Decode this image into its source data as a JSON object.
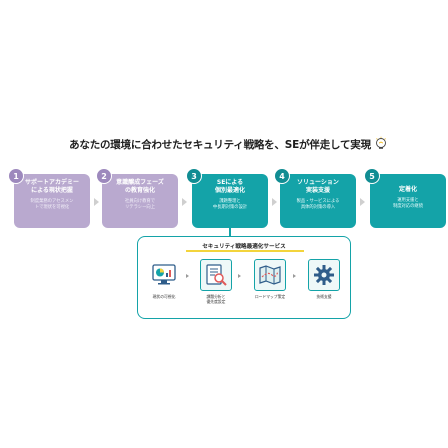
{
  "headline": "あなたの環境に合わせたセキュリティ戦略を、SEが伴走して実現",
  "steps": [
    {
      "number": "1",
      "title": "サポートアカデミー\nによる現状把握",
      "desc": "制度業務のアセスメン\nトで現状を可視化"
    },
    {
      "number": "2",
      "title": "意識醸成フェーズ\nの教育強化",
      "desc": "社員向け教育で\nリテラシー向上"
    },
    {
      "number": "3",
      "title": "SEによる\n個別最適化",
      "desc": "課題整理と\n中長期対策の設計"
    },
    {
      "number": "4",
      "title": "ソリューション\n実装支援",
      "desc": "製品・サービスによる\n具体的対策の導入"
    },
    {
      "number": "5",
      "title": "定着化",
      "desc": "運用支援と\n制度対応の継続"
    }
  ],
  "service": {
    "title": "セキュリティ戦略最適化サービス",
    "items": [
      {
        "label": "現状の可視化",
        "icon": "chart-monitor-icon"
      },
      {
        "label": "課題分析と\n優先度設定",
        "icon": "magnifier-checklist-icon"
      },
      {
        "label": "ロードマップ策定",
        "icon": "map-icon"
      },
      {
        "label": "技術支援",
        "icon": "gear-icon"
      }
    ]
  },
  "colors": {
    "purple_step": "#b9a9cf",
    "teal_step": "#14a3a8",
    "accent_yellow": "#f3d43c"
  }
}
